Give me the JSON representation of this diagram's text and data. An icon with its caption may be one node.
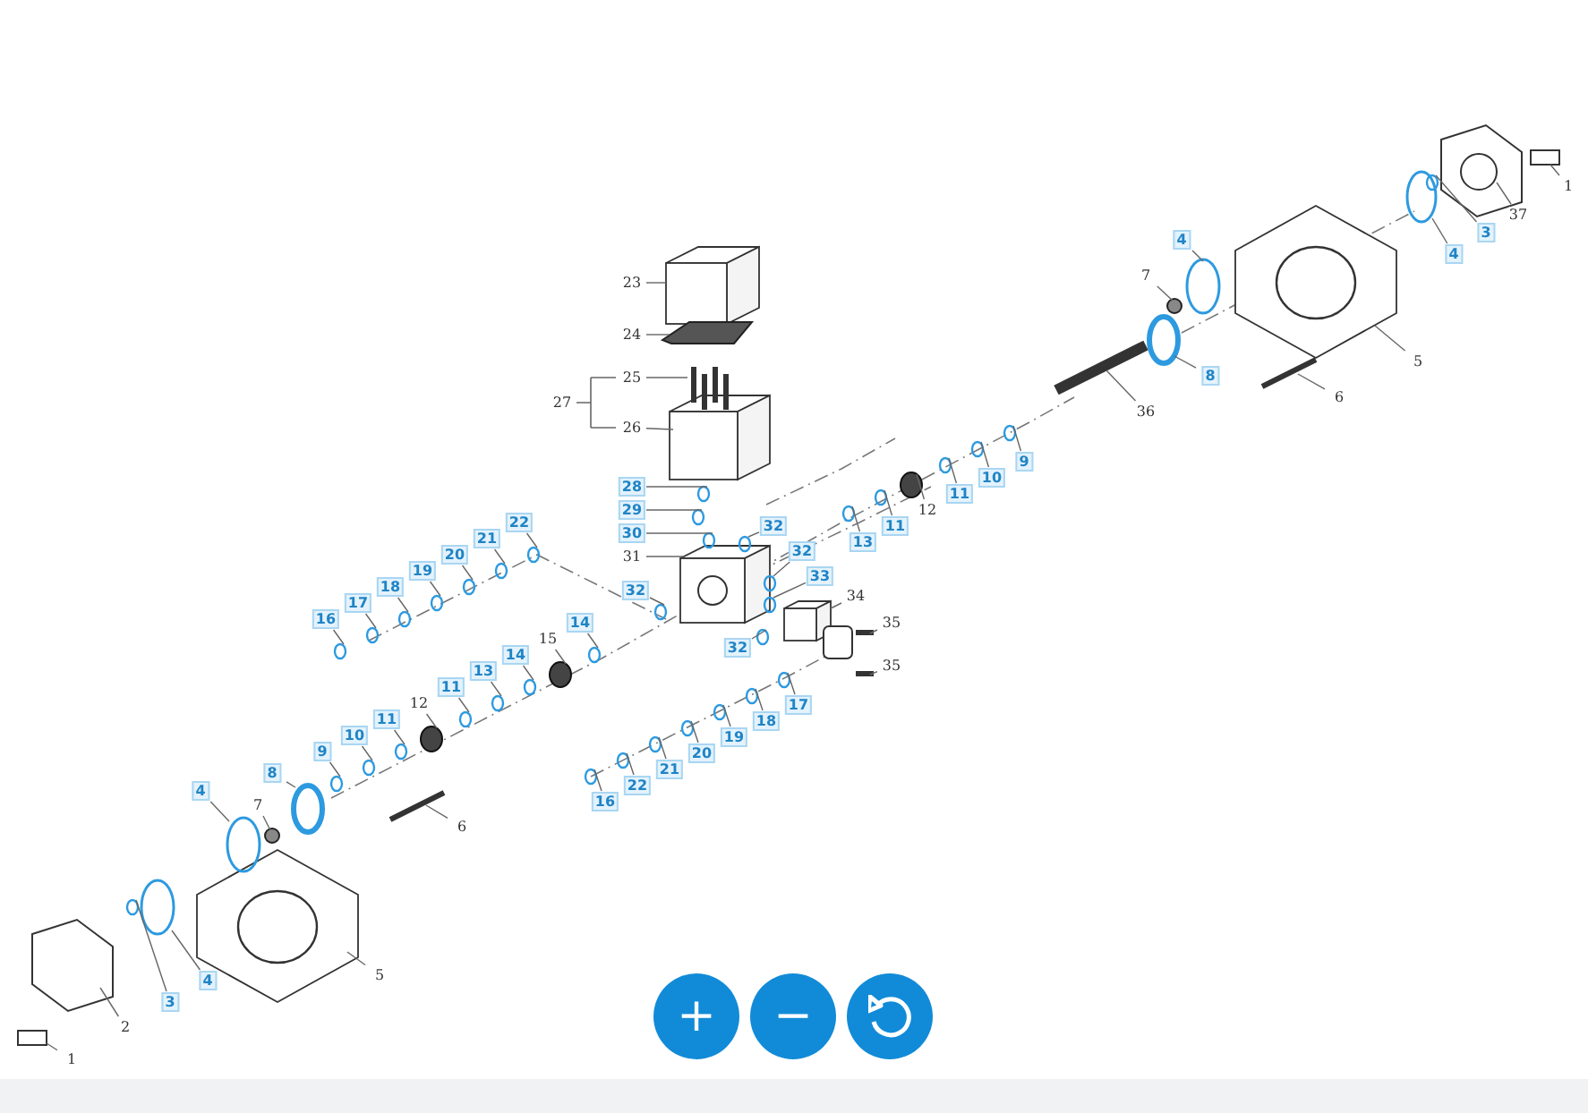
{
  "diagram": {
    "nodes": [
      {
        "text": [
          "1"
        ]
      },
      {
        "text": [
          "37"
        ]
      },
      {
        "text": [
          "3"
        ]
      },
      {
        "text": [
          "4"
        ]
      },
      {
        "text": [
          "5"
        ]
      },
      {
        "text": [
          "4"
        ]
      },
      {
        "text": [
          "7"
        ]
      },
      {
        "text": [
          "6"
        ]
      },
      {
        "text": [
          "8"
        ]
      },
      {
        "text": [
          "36"
        ]
      },
      {
        "text": [
          "9"
        ]
      },
      {
        "text": [
          "10"
        ]
      },
      {
        "text": [
          "11"
        ]
      },
      {
        "text": [
          "12"
        ]
      },
      {
        "text": [
          "11"
        ]
      },
      {
        "text": [
          "13"
        ]
      },
      {
        "text": [
          "23"
        ]
      },
      {
        "text": [
          "24"
        ]
      },
      {
        "text": [
          "25"
        ]
      },
      {
        "text": [
          "27"
        ]
      },
      {
        "text": [
          "26"
        ]
      },
      {
        "text": [
          "28"
        ]
      },
      {
        "text": [
          "29"
        ]
      },
      {
        "text": [
          "30"
        ]
      },
      {
        "text": [
          "31"
        ]
      },
      {
        "text": [
          "32"
        ]
      },
      {
        "text": [
          "32"
        ]
      },
      {
        "text": [
          "32"
        ]
      },
      {
        "text": [
          "33"
        ]
      },
      {
        "text": [
          "34"
        ]
      },
      {
        "text": [
          "32"
        ]
      },
      {
        "text": [
          "35"
        ]
      },
      {
        "text": [
          "35"
        ]
      },
      {
        "text": [
          "22"
        ]
      },
      {
        "text": [
          "21"
        ]
      },
      {
        "text": [
          "20"
        ]
      },
      {
        "text": [
          "19"
        ]
      },
      {
        "text": [
          "18"
        ]
      },
      {
        "text": [
          "17"
        ]
      },
      {
        "text": [
          "16"
        ]
      },
      {
        "text": [
          "14"
        ]
      },
      {
        "text": [
          "15"
        ]
      },
      {
        "text": [
          "14"
        ]
      },
      {
        "text": [
          "13"
        ]
      },
      {
        "text": [
          "11"
        ]
      },
      {
        "text": [
          "12"
        ]
      },
      {
        "text": [
          "11"
        ]
      },
      {
        "text": [
          "10"
        ]
      },
      {
        "text": [
          "9"
        ]
      },
      {
        "text": [
          "8"
        ]
      },
      {
        "text": [
          "4"
        ]
      },
      {
        "text": [
          "7"
        ]
      },
      {
        "text": [
          "6"
        ]
      },
      {
        "text": [
          "5"
        ]
      },
      {
        "text": [
          "3"
        ]
      },
      {
        "text": [
          "4"
        ]
      },
      {
        "text": [
          "2"
        ]
      },
      {
        "text": [
          "1"
        ]
      },
      {
        "text": [
          "17"
        ]
      },
      {
        "text": [
          "18"
        ]
      },
      {
        "text": [
          "19"
        ]
      },
      {
        "text": [
          "20"
        ]
      },
      {
        "text": [
          "21"
        ]
      },
      {
        "text": [
          "22"
        ]
      },
      {
        "text": [
          "16"
        ]
      }
    ],
    "edges": [
      {
        "from": 0,
        "to": null,
        "arrow": "none"
      },
      {
        "from": 1,
        "to": null,
        "arrow": "none"
      },
      {
        "from": 2,
        "to": null,
        "arrow": "none"
      },
      {
        "from": 3,
        "to": null,
        "arrow": "none"
      },
      {
        "from": 4,
        "to": null,
        "arrow": "none"
      },
      {
        "from": 5,
        "to": null,
        "arrow": "none"
      },
      {
        "from": 6,
        "to": null,
        "arrow": "none"
      },
      {
        "from": 7,
        "to": null,
        "arrow": "none"
      },
      {
        "from": 8,
        "to": null,
        "arrow": "none"
      },
      {
        "from": 9,
        "to": null,
        "arrow": "none"
      },
      {
        "from": 10,
        "to": null,
        "arrow": "none"
      },
      {
        "from": 11,
        "to": null,
        "arrow": "none"
      },
      {
        "from": 12,
        "to": null,
        "arrow": "none"
      },
      {
        "from": 13,
        "to": null,
        "arrow": "none"
      },
      {
        "from": 14,
        "to": null,
        "arrow": "none"
      },
      {
        "from": 15,
        "to": null,
        "arrow": "none"
      },
      {
        "from": 16,
        "to": null,
        "arrow": "none"
      },
      {
        "from": 17,
        "to": null,
        "arrow": "none"
      },
      {
        "from": 18,
        "to": null,
        "arrow": "none"
      },
      {
        "from": 20,
        "to": null,
        "arrow": "none"
      },
      {
        "from": 21,
        "to": null,
        "arrow": "none"
      },
      {
        "from": 22,
        "to": null,
        "arrow": "none"
      },
      {
        "from": 23,
        "to": null,
        "arrow": "none"
      },
      {
        "from": 24,
        "to": null,
        "arrow": "none"
      },
      {
        "from": 25,
        "to": null,
        "arrow": "none"
      },
      {
        "from": 26,
        "to": null,
        "arrow": "none"
      },
      {
        "from": 27,
        "to": null,
        "arrow": "none"
      },
      {
        "from": 28,
        "to": null,
        "arrow": "none"
      },
      {
        "from": 29,
        "to": null,
        "arrow": "none"
      },
      {
        "from": 30,
        "to": null,
        "arrow": "none"
      },
      {
        "from": 31,
        "to": null,
        "arrow": "none"
      },
      {
        "from": 32,
        "to": null,
        "arrow": "none"
      },
      {
        "from": 33,
        "to": null,
        "arrow": "none"
      },
      {
        "from": 34,
        "to": null,
        "arrow": "none"
      },
      {
        "from": 35,
        "to": null,
        "arrow": "none"
      },
      {
        "from": 36,
        "to": null,
        "arrow": "none"
      },
      {
        "from": 37,
        "to": null,
        "arrow": "none"
      },
      {
        "from": 38,
        "to": null,
        "arrow": "none"
      },
      {
        "from": 39,
        "to": null,
        "arrow": "none"
      },
      {
        "from": 40,
        "to": null,
        "arrow": "none"
      },
      {
        "from": 41,
        "to": null,
        "arrow": "none"
      },
      {
        "from": 42,
        "to": null,
        "arrow": "none"
      },
      {
        "from": 43,
        "to": null,
        "arrow": "none"
      },
      {
        "from": 44,
        "to": null,
        "arrow": "none"
      },
      {
        "from": 45,
        "to": null,
        "arrow": "none"
      },
      {
        "from": 46,
        "to": null,
        "arrow": "none"
      },
      {
        "from": 47,
        "to": null,
        "arrow": "none"
      },
      {
        "from": 48,
        "to": null,
        "arrow": "none"
      },
      {
        "from": 49,
        "to": null,
        "arrow": "none"
      },
      {
        "from": 50,
        "to": null,
        "arrow": "none"
      },
      {
        "from": 51,
        "to": null,
        "arrow": "none"
      },
      {
        "from": 52,
        "to": null,
        "arrow": "none"
      },
      {
        "from": 53,
        "to": null,
        "arrow": "none"
      },
      {
        "from": 54,
        "to": null,
        "arrow": "none"
      },
      {
        "from": 55,
        "to": null,
        "arrow": "none"
      },
      {
        "from": 56,
        "to": null,
        "arrow": "none"
      },
      {
        "from": 57,
        "to": null,
        "arrow": "none"
      },
      {
        "from": 58,
        "to": null,
        "arrow": "none"
      },
      {
        "from": 59,
        "to": null,
        "arrow": "none"
      },
      {
        "from": 60,
        "to": null,
        "arrow": "none"
      },
      {
        "from": 61,
        "to": null,
        "arrow": "none"
      },
      {
        "from": 62,
        "to": null,
        "arrow": "none"
      },
      {
        "from": 63,
        "to": null,
        "arrow": "none"
      },
      {
        "from": 64,
        "to": null,
        "arrow": "none"
      }
    ],
    "labels": [
      "+",
      "−"
    ]
  }
}
